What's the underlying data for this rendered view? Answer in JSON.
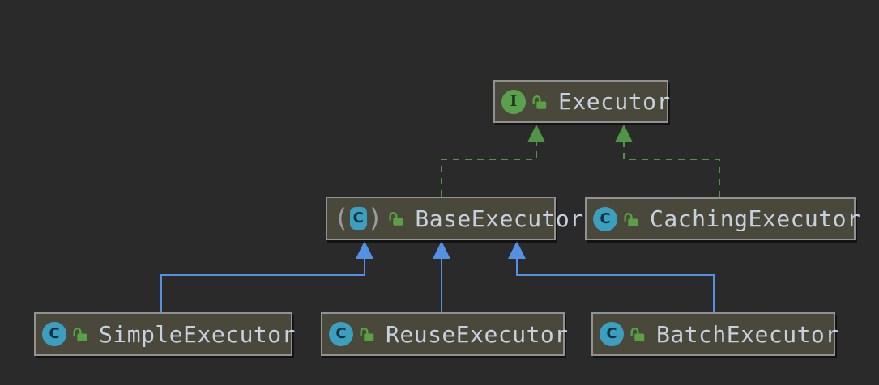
{
  "canvas": {
    "background_color": "#2a2a2a",
    "kind": "uml-class-diagram"
  },
  "colors": {
    "node_fill": "#4a483a",
    "node_border": "#929292",
    "node_text": "#c7d0de",
    "implements_edge_green": "#4f9447",
    "extends_edge_blue": "#5591e2",
    "interface_icon_green": "#5aa14e",
    "class_icon_teal": "#3d9fc0",
    "lock_icon_green": "#58a243"
  },
  "icons": {
    "interface_letter": "I",
    "class_letter": "C",
    "abstract_paren_left": "(",
    "abstract_paren_right": ")"
  },
  "nodes": [
    {
      "id": "Executor",
      "label": "Executor",
      "stereotype": "interface",
      "modifier_icon": "unlocked"
    },
    {
      "id": "BaseExecutor",
      "label": "BaseExecutor",
      "stereotype": "abstract-class",
      "modifier_icon": "unlocked"
    },
    {
      "id": "CachingExecutor",
      "label": "CachingExecutor",
      "stereotype": "class",
      "modifier_icon": "unlocked"
    },
    {
      "id": "SimpleExecutor",
      "label": "SimpleExecutor",
      "stereotype": "class",
      "modifier_icon": "unlocked"
    },
    {
      "id": "ReuseExecutor",
      "label": "ReuseExecutor",
      "stereotype": "class",
      "modifier_icon": "unlocked"
    },
    {
      "id": "BatchExecutor",
      "label": "BatchExecutor",
      "stereotype": "class",
      "modifier_icon": "unlocked"
    }
  ],
  "edges": [
    {
      "from": "BaseExecutor",
      "to": "Executor",
      "relation": "implements",
      "line": "dashed",
      "color": "#4f9447"
    },
    {
      "from": "CachingExecutor",
      "to": "Executor",
      "relation": "implements",
      "line": "dashed",
      "color": "#4f9447"
    },
    {
      "from": "SimpleExecutor",
      "to": "BaseExecutor",
      "relation": "extends",
      "line": "solid",
      "color": "#5591e2"
    },
    {
      "from": "ReuseExecutor",
      "to": "BaseExecutor",
      "relation": "extends",
      "line": "solid",
      "color": "#5591e2"
    },
    {
      "from": "BatchExecutor",
      "to": "BaseExecutor",
      "relation": "extends",
      "line": "solid",
      "color": "#5591e2"
    }
  ]
}
